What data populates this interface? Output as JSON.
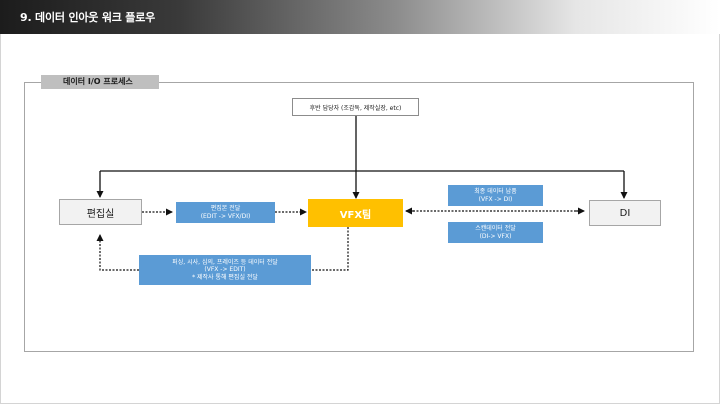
{
  "header": {
    "title": "9. 데이터 인아웃 워크 플로우"
  },
  "process": {
    "tab_label": "데이터 I/O 프로세스"
  },
  "nodes": {
    "producer": "후반 담당자 (조감독, 제작실장, etc)",
    "editing_room": "편집실",
    "vfx_team": "VFX팀",
    "di": "DI"
  },
  "flows": {
    "edit_to_vfx": {
      "line1": "편집본 전달",
      "line2": "(EDIT -> VFX/DI)"
    },
    "vfx_to_edit": {
      "line1": "퍼싱, 시사, 심의, 프레이즈 등 데이터 전달",
      "line2": "(VFX -> EDIT)",
      "line3": "* 제작사 통해 편집실 전달"
    },
    "vfx_to_di": {
      "line1": "최종 데이터 납품",
      "line2": "(VFX -> DI)"
    },
    "di_to_vfx": {
      "line1": "스캔데이터 전달",
      "line2": "(DI-> VFX)"
    }
  }
}
